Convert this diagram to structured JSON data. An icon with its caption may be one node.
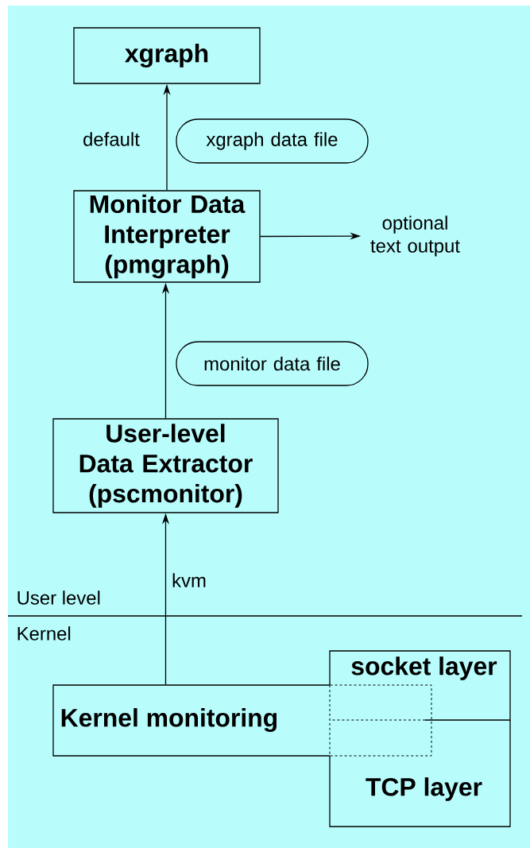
{
  "diagram": {
    "nodes": [
      {
        "text": [
          "xgraph"
        ]
      },
      {
        "text": [
          "xgraph data file"
        ]
      },
      {
        "text": [
          "Monitor Data Interpreter (pmgraph)"
        ]
      },
      {
        "text": [
          "optional text output"
        ]
      },
      {
        "text": [
          "monitor data file"
        ]
      },
      {
        "text": [
          "User-level Data Extractor (pscmonitor)"
        ]
      },
      {
        "text": [
          "Kernel monitoring"
        ]
      },
      {
        "text": [
          "socket layer"
        ]
      },
      {
        "text": [
          "TCP layer"
        ]
      }
    ],
    "edges": [
      {
        "from": 2,
        "to": 0,
        "arrow": "to",
        "label": "default"
      },
      {
        "from": 2,
        "to": 3,
        "arrow": "to"
      },
      {
        "from": 5,
        "to": 2,
        "arrow": "to"
      },
      {
        "from": 6,
        "to": 5,
        "arrow": "to",
        "label": "kvm"
      }
    ],
    "labels": [
      "User level",
      "Kernel"
    ]
  }
}
